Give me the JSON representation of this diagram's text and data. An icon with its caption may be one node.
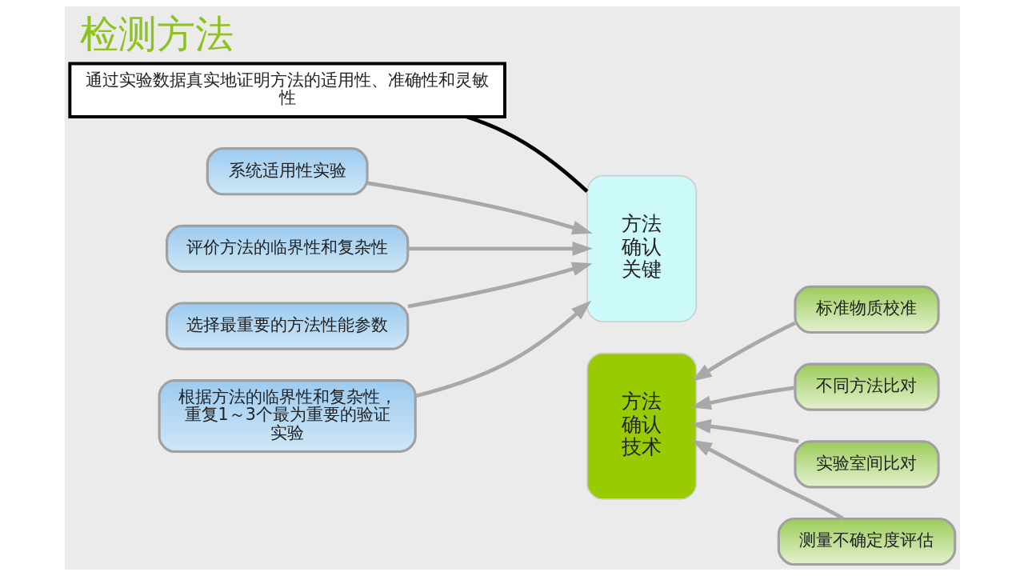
{
  "diagram": {
    "title": "检测方法",
    "nodes": [
      {
        "text": [
          "通过实验数据真实地证明方法的适用性、准确性和灵敏性"
        ]
      },
      {
        "text": [
          "方法确认关键"
        ]
      },
      {
        "text": [
          "方法确认技术"
        ]
      },
      {
        "text": [
          "系统适用性实验"
        ]
      },
      {
        "text": [
          "评价方法的临界性和复杂性"
        ]
      },
      {
        "text": [
          "选择最重要的方法性能参数"
        ]
      },
      {
        "text": [
          "根据方法的临界性和复杂性，重复1～3个最为重要的验证实验"
        ]
      },
      {
        "text": [
          "标准物质校准"
        ]
      },
      {
        "text": [
          "不同方法比对"
        ]
      },
      {
        "text": [
          "实验室间比对"
        ]
      },
      {
        "text": [
          "测量不确定度评估"
        ]
      }
    ],
    "edges": [
      {
        "from": 0,
        "to": 1,
        "arrow": "none",
        "color": "#000000"
      },
      {
        "from": 3,
        "to": 1,
        "arrow": "to"
      },
      {
        "from": 4,
        "to": 1,
        "arrow": "to"
      },
      {
        "from": 5,
        "to": 1,
        "arrow": "to"
      },
      {
        "from": 6,
        "to": 1,
        "arrow": "to"
      },
      {
        "from": 7,
        "to": 2,
        "arrow": "to"
      },
      {
        "from": 8,
        "to": 2,
        "arrow": "to"
      },
      {
        "from": 9,
        "to": 2,
        "arrow": "to"
      },
      {
        "from": 10,
        "to": 2,
        "arrow": "to"
      }
    ]
  }
}
